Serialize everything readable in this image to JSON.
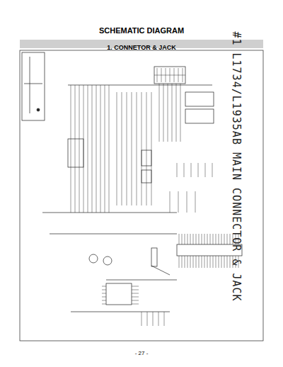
{
  "diagram": {
    "title": "SCHEMATIC DIAGRAM",
    "nodes": [
      {
        "text": [
          "1. CONNETOR & JACK"
        ]
      }
    ],
    "labels": [
      "#1 L1734/L1935AB MAIN CONNECTOR & JACK",
      "- 27 -"
    ]
  }
}
